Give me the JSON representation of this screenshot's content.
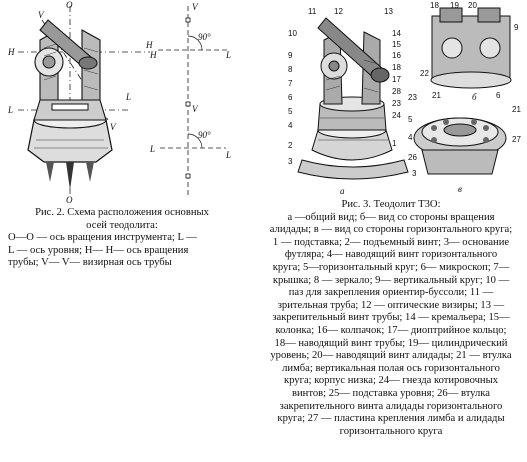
{
  "fig2": {
    "caption_title": [
      "Рис. 2. Схема расположения основных",
      "осей теодолита:"
    ],
    "caption_body": [
      "О—О — ось вращения инструмента; L —",
      "L — ось уровня; H— H— ось вращения",
      "трубы; V— V— визирная ось трубы"
    ],
    "axis_labels": {
      "O_top": "O",
      "O_bottom": "O",
      "V_top": "V",
      "V_mid": "V",
      "V_bottom": "V",
      "H_left": "H",
      "H_right": "H",
      "L_left": "L",
      "L_right": "L",
      "H_left2": "H",
      "L_mid": "L",
      "L_bottom": "L",
      "L_left2": "L",
      "angle_top": "90°",
      "angle_bottom": "90°"
    }
  },
  "fig3": {
    "caption_title": "Рис. 3. Теодолит Т3О:",
    "caption_lines": [
      "а —общий вид; б— вид со стороны вращения",
      "алидады; в — вид со стороны горизонтального круга;",
      "1 — подставка; 2— подъемный винт; 3— основание",
      "футляра; 4— наводящий винт горизонтального",
      "круга; 5—горизонтальный круг; 6— микроскоп; 7—",
      "крышка; 8 — зеркало; 9— вертикальный круг; 10 —",
      "паз для закрепления ориентир-буссоли; 11 —",
      "зрительная труба; 12 — оптические визиры; 13 —",
      "закрепительный винт трубы; 14 — кремальера; 15—",
      "колонка; 16— колпачок; 17— диоптрийное кольцо;",
      "18— наводящий винт трубы; 19— цилиндрический",
      "уровень; 20— наводящий винт алидады; 21 — втулка",
      "лимба; вертикальная полая ось горизонтального",
      "круга; корпус низка; 24— гнезда котировочных",
      "винтов; 25— подставка уровня; 26— втулка",
      "закрепительного винта алидады горизонтального",
      "круга; 27 — пластина крепления лимба и алидады",
      "горизонтального круга"
    ],
    "part_labels_a": [
      "11",
      "12",
      "13",
      "10",
      "14",
      "15",
      "9",
      "16",
      "8",
      "18",
      "17",
      "7",
      "6",
      "28",
      "23",
      "24",
      "5",
      "4",
      "3",
      "2",
      "1"
    ],
    "part_labels_b": [
      "18",
      "19",
      "20",
      "9",
      "22",
      "23",
      "21",
      "6"
    ],
    "part_labels_c": [
      "5",
      "21",
      "4",
      "27",
      "26",
      "3"
    ],
    "view_letters": {
      "a": "а",
      "b": "б",
      "c": "в"
    }
  }
}
